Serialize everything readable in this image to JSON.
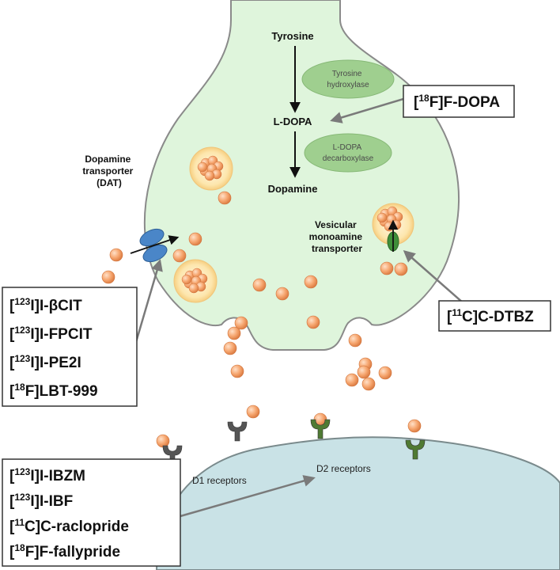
{
  "presynaptic": {
    "pathway": {
      "tyrosine": "Tyrosine",
      "ldopa": "L-DOPA",
      "dopamine": "Dopamine"
    },
    "enzymes": {
      "tyrosine_hydroxylase": [
        "Tyrosine",
        "hydroxylase"
      ],
      "ldopa_decarboxylase": [
        "L-DOPA",
        "decarboxylase"
      ]
    },
    "dat_label": [
      "Dopamine",
      "transporter",
      "(DAT)"
    ],
    "vmat_label": [
      "Vesicular",
      "monoamine",
      "transporter"
    ]
  },
  "postsynaptic": {
    "d1_label": "D1 receptors",
    "d2_label": "D2 receptors"
  },
  "tracer_boxes": {
    "fdopa": [
      {
        "iso": "18",
        "pre": "[",
        "mid": "F]",
        "name": "F-DOPA"
      }
    ],
    "dtbz": [
      {
        "iso": "11",
        "pre": "[",
        "mid": "C]",
        "name": "C-DTBZ"
      }
    ],
    "dat": [
      {
        "iso": "123",
        "pre": "[",
        "mid": "I]",
        "name": "I-βCIT"
      },
      {
        "iso": "123",
        "pre": "[",
        "mid": "I]",
        "name": "I-FPCIT"
      },
      {
        "iso": "123",
        "pre": "[",
        "mid": "I]",
        "name": "I-PE2I"
      },
      {
        "iso": "18",
        "pre": "[",
        "mid": "F]",
        "name": "LBT-999"
      }
    ],
    "d2": [
      {
        "iso": "123",
        "pre": "[",
        "mid": "I]",
        "name": "I-IBZM"
      },
      {
        "iso": "123",
        "pre": "[",
        "mid": "I]",
        "name": "I-IBF"
      },
      {
        "iso": "11",
        "pre": "[",
        "mid": "C]",
        "name": "C-raclopride"
      },
      {
        "iso": "18",
        "pre": "[",
        "mid": "F]",
        "name": "F-fallypride"
      }
    ]
  },
  "colors": {
    "terminal_fill": "#dff5dc",
    "terminal_stroke": "#8a8a8a",
    "post_fill": "#c9e2e6",
    "enzyme_fill": "#9fcf8f",
    "molecule": "#f3a26f",
    "vesicle": "#fde9b8",
    "dat": "#4a86c8",
    "vmat": "#3f8f3a",
    "receptor_d1": "#555555",
    "receptor_d2": "#4f7a33",
    "arrow": "#7a7a7a"
  }
}
